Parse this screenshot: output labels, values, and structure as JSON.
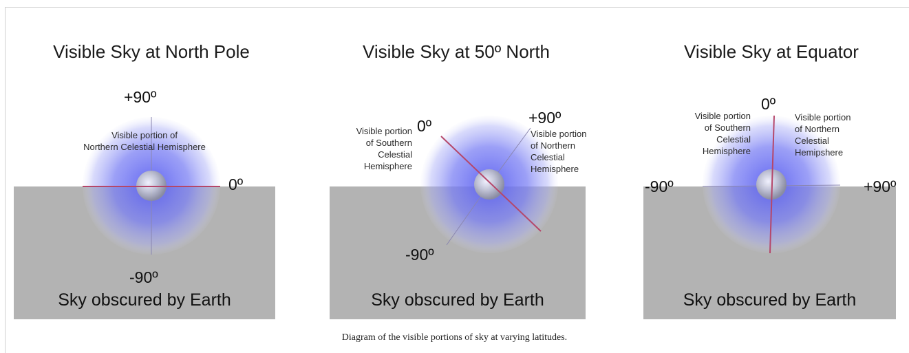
{
  "colors": {
    "ground": "#b3b3b3",
    "sky_sphere": "#6f74f2",
    "horizon_line": "#b5476a",
    "axis_line": "#8a86b0",
    "frame_border": "#cfcfcf"
  },
  "panels": [
    {
      "title": "Visible Sky at North Pole",
      "top_degree": "+90º",
      "right_degree": "0º",
      "bottom_degree": "-90º",
      "visible_label": "Visible portion of\nNorthern Celestial Hemisphere",
      "obscured_label": "Sky obscured by Earth"
    },
    {
      "title": "Visible Sky at 50º North",
      "top_left_degree": "0º",
      "top_right_degree": "+90º",
      "bottom_degree": "-90º",
      "visible_left_label": "Visible portion\nof Southern\nCelestial\nHemisphere",
      "visible_right_label": "Visible portion\nof Northern\nCelestial\nHemisphere",
      "obscured_label": "Sky obscured by Earth"
    },
    {
      "title": "Visible Sky at Equator",
      "top_degree": "0º",
      "left_degree": "-90º",
      "right_degree": "+90º",
      "visible_left_label": "Visible portion\nof Southern\nCelestial\nHemisphere",
      "visible_right_label": "Visible portion\nof Northern\nCelestial\nHemipshere",
      "obscured_label": "Sky obscured by Earth"
    }
  ],
  "caption": "Diagram of the visible portions of sky at varying latitudes."
}
